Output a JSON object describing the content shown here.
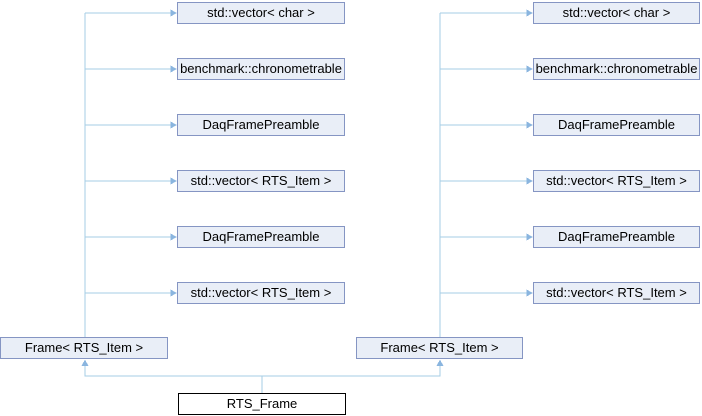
{
  "graph": {
    "nodes": {
      "main": "RTS_Frame",
      "parent_left": "Frame< RTS_Item >",
      "parent_right": "Frame< RTS_Item >",
      "left_children": [
        "std::vector< char >",
        "benchmark::chronometrable",
        "DaqFramePreamble",
        "std::vector< RTS_Item >",
        "DaqFramePreamble",
        "std::vector< RTS_Item >"
      ],
      "right_children": [
        "std::vector< char >",
        "benchmark::chronometrable",
        "DaqFramePreamble",
        "std::vector< RTS_Item >",
        "DaqFramePreamble",
        "std::vector< RTS_Item >"
      ]
    },
    "colors": {
      "node_fill": "#E9EEF7",
      "node_border": "#8595C3",
      "edge_line": "#A5CDE6",
      "edge_arrow": "#8AB5DF",
      "main_fill": "#FFFFFF",
      "main_border": "#000000",
      "text": "#000000",
      "background": "#FFFFFF"
    }
  }
}
